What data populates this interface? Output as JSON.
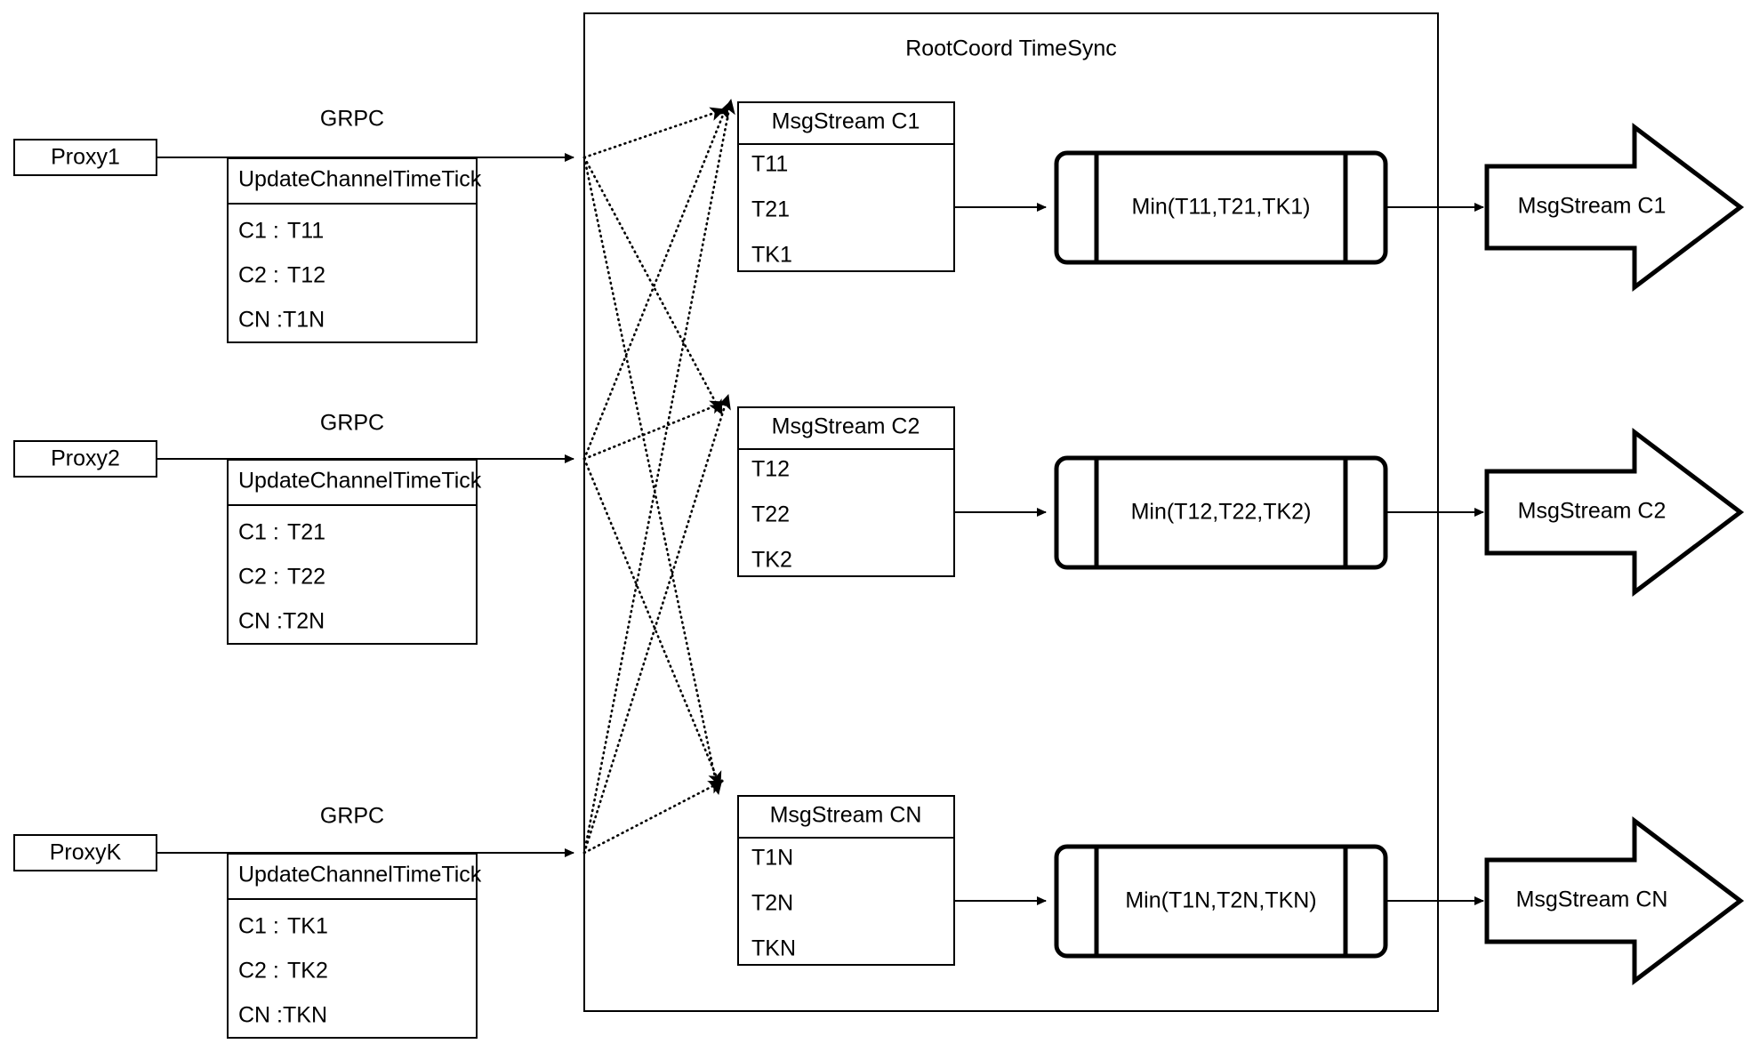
{
  "diagram": {
    "title": "RootCoord TimeSync",
    "container_label": "RootCoord TimeSync"
  },
  "proxies": [
    {
      "name": "Proxy1",
      "link_label": "GRPC",
      "table": {
        "header": "UpdateChannelTimeTick",
        "rows": [
          {
            "channel": "C1 :",
            "tick": "T11"
          },
          {
            "channel": "C2 :",
            "tick": "T12"
          },
          {
            "channel": "CN :",
            "tick": "T1N"
          }
        ]
      }
    },
    {
      "name": "Proxy2",
      "link_label": "GRPC",
      "table": {
        "header": "UpdateChannelTimeTick",
        "rows": [
          {
            "channel": "C1 :",
            "tick": "T21"
          },
          {
            "channel": "C2 :",
            "tick": "T22"
          },
          {
            "channel": "CN :",
            "tick": "T2N"
          }
        ]
      }
    },
    {
      "name": "ProxyK",
      "link_label": "GRPC",
      "table": {
        "header": "UpdateChannelTimeTick",
        "rows": [
          {
            "channel": "C1 :",
            "tick": "TK1"
          },
          {
            "channel": "C2 :",
            "tick": "TK2"
          },
          {
            "channel": "CN :",
            "tick": "TKN"
          }
        ]
      }
    }
  ],
  "channels": [
    {
      "msgstream": {
        "header": "MsgStream C1",
        "ticks": [
          "T11",
          "T21",
          "TK1"
        ]
      },
      "process": {
        "label": "Min(T11,T21,TK1)"
      },
      "output": {
        "label": "MsgStream C1"
      }
    },
    {
      "msgstream": {
        "header": "MsgStream C2",
        "ticks": [
          "T12",
          "T22",
          "TK2"
        ]
      },
      "process": {
        "label": "Min(T12,T22,TK2)"
      },
      "output": {
        "label": "MsgStream C2"
      }
    },
    {
      "msgstream": {
        "header": "MsgStream CN",
        "ticks": [
          "T1N",
          "T2N",
          "TKN"
        ]
      },
      "process": {
        "label": "Min(T1N,T2N,TKN)"
      },
      "output": {
        "label": "MsgStream CN"
      }
    }
  ],
  "colors": {
    "stroke": "#000000",
    "fill": "#ffffff",
    "text": "#000000"
  }
}
